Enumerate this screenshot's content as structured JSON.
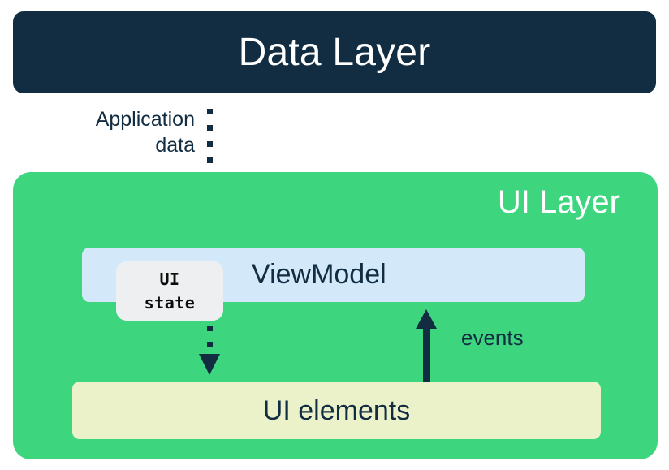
{
  "diagram": {
    "title": "Data Layer",
    "data_layer": {
      "label": "Data Layer",
      "color": "#122C41"
    },
    "application_data_flow": {
      "label_line1": "Application",
      "label_line2": "data",
      "arrow_style": "dotted",
      "arrow_direction": "down",
      "color": "#122C41"
    },
    "ui_layer": {
      "label": "UI Layer",
      "color": "#3DD67F",
      "viewmodel": {
        "label": "ViewModel",
        "color": "#D3E9F9"
      },
      "ui_state_chip": {
        "line1": "UI",
        "line2": "state",
        "color": "#EEEFF0"
      },
      "ui_state_flow": {
        "arrow_style": "dotted",
        "arrow_direction": "down"
      },
      "events_flow": {
        "label": "events",
        "arrow_style": "solid",
        "arrow_direction": "up"
      },
      "ui_elements": {
        "label": "UI elements",
        "color": "#EBF2CA"
      }
    }
  }
}
